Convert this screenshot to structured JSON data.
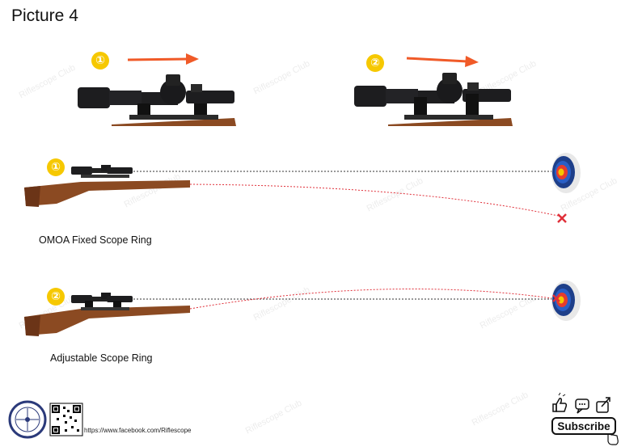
{
  "title": "Picture 4",
  "badges": {
    "one": "①",
    "two": "②"
  },
  "labels": {
    "fixed": "OMOA Fixed Scope Ring",
    "adjustable": "Adjustable Scope Ring"
  },
  "watermark": "Riflescope Club",
  "footer": {
    "url": "https://www.facebook.com/Riflescope",
    "subscribe": "Subscribe"
  },
  "colors": {
    "arrow": "#f05a28",
    "badge": "#f6c800",
    "trajectory": "#e0303a",
    "sight_line": "#333333"
  },
  "icons": [
    "thumbs-up-icon",
    "comment-icon",
    "share-icon",
    "cursor-hand-icon",
    "logo-seal-icon",
    "qr-code-icon"
  ]
}
